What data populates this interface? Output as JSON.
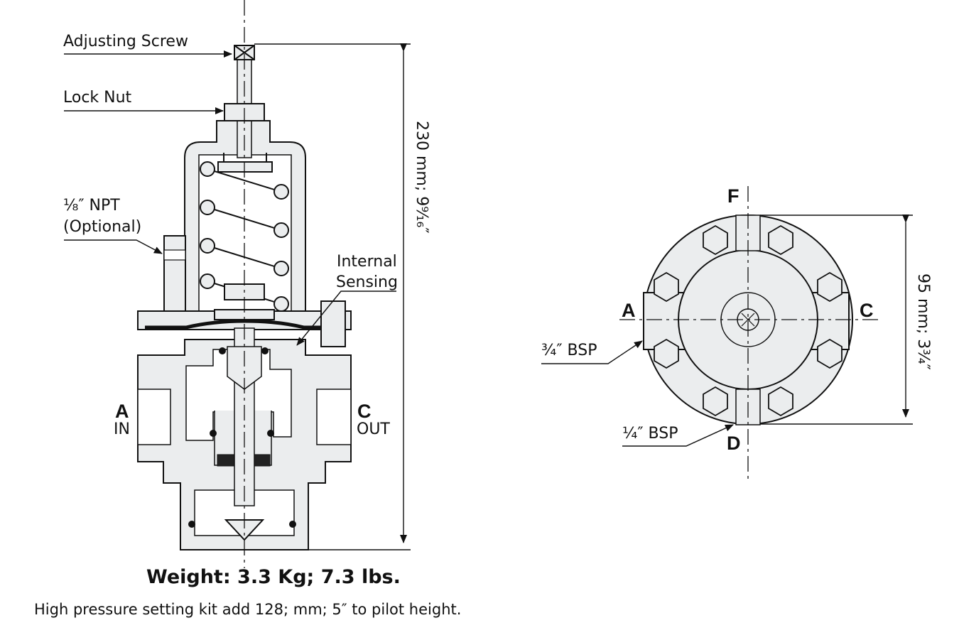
{
  "labels": {
    "adjusting_screw": "Adjusting Screw",
    "lock_nut": "Lock Nut",
    "npt_line1": "⅛″ NPT",
    "npt_line2": "(Optional)",
    "internal_line1": "Internal",
    "internal_line2": "Sensing",
    "port_a_letter": "A",
    "port_a_word": "IN",
    "port_c_letter": "C",
    "port_c_word": "OUT",
    "height_dim": "230 mm; 9⁹⁄₁₆″"
  },
  "plan_view": {
    "top": "F",
    "bottom": "D",
    "left": "A",
    "right": "C",
    "bsp_large": "¾″ BSP",
    "bsp_small": "¼″ BSP",
    "diameter_dim": "95 mm; 3¾″"
  },
  "footer": {
    "weight": "Weight: 3.3 Kg; 7.3 lbs.",
    "note": "High pressure setting kit add 128; mm; 5″ to pilot height."
  },
  "colors": {
    "body_fill": "#ebedee",
    "line": "#111111"
  }
}
